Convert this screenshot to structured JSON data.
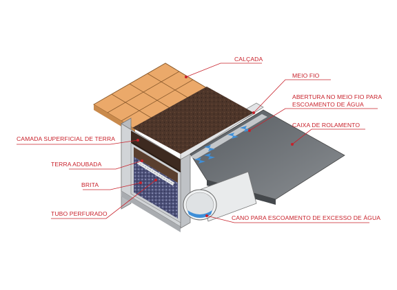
{
  "labels": {
    "calcada": "CALÇADA",
    "meio_fio": "MEIO FIO",
    "abertura_l1": "ABERTURA NO MEIO FIO PARA",
    "abertura_l2": "ESCOAMENTO DE ÁGUA",
    "caixa_rolamento": "CAIXA DE ROLAMENTO",
    "camada_superficial": "CAMADA SUPERFICIAL DE TERRA",
    "terra_adubada": "TERRA ADUBADA",
    "brita": "BRITA",
    "tubo_perfurado": "TUBO PERFURADO",
    "cano": "CANO PARA ESCOAMENTO DE EXCESSO DE ÁGUA"
  },
  "colors": {
    "label": "#c8202a",
    "paving": "#e9a765",
    "soil": "#4a3428",
    "concrete": "#c6c9cc",
    "asphalt": "#6f7377",
    "gravel": "#5b5f86",
    "water": "#3e8fd8"
  }
}
